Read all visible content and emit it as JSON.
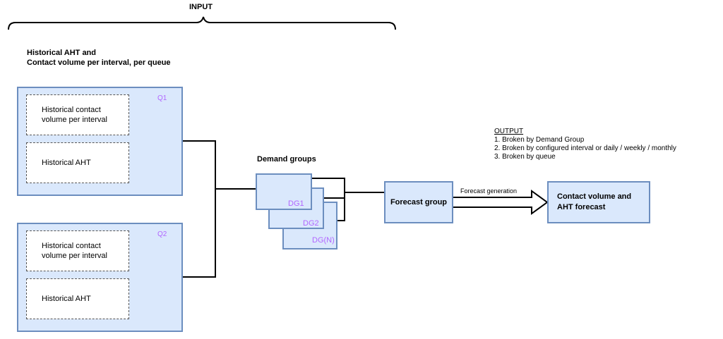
{
  "input_label": "INPUT",
  "historical_title_line1": "Historical AHT and",
  "historical_title_line2": "Contact volume per interval, per queue",
  "queues": [
    {
      "label": "Q1",
      "contact_line1": "Historical contact",
      "contact_line2": "volume per interval",
      "aht": "Historical AHT"
    },
    {
      "label": "Q2",
      "contact_line1": "Historical contact",
      "contact_line2": "volume per interval",
      "aht": "Historical AHT"
    }
  ],
  "demand_groups_title": "Demand groups",
  "demand_groups": [
    "DG1",
    "DG2",
    "DG(N)"
  ],
  "forecast_group": "Forecast group",
  "arrow_label": "Forecast generation",
  "forecast_output_line1": "Contact volume and",
  "forecast_output_line2": "AHT forecast",
  "output": {
    "heading": "OUTPUT",
    "items": [
      "1. Broken by Demand Group",
      "2. Broken by configured interval or daily / weekly / monthly",
      "3. Broken by queue"
    ]
  },
  "colors": {
    "box_fill": "#dae8fc",
    "box_stroke": "#6c8ebf",
    "label_purple": "#b266ff"
  }
}
